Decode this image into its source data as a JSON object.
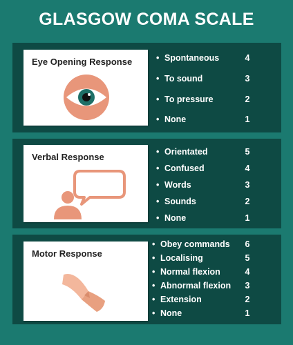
{
  "title": "GLASGOW COMA SCALE",
  "colors": {
    "background": "#1b7a70",
    "section": "#0e4a44",
    "icon": "#e8967a",
    "panel": "#ffffff"
  },
  "sections": [
    {
      "heading": "Eye Opening Response",
      "icon": "eye-icon",
      "items": [
        {
          "label": "Spontaneous",
          "score": "4"
        },
        {
          "label": "To sound",
          "score": "3"
        },
        {
          "label": "To pressure",
          "score": "2"
        },
        {
          "label": "None",
          "score": "1"
        }
      ]
    },
    {
      "heading": "Verbal Response",
      "icon": "speaking-person-icon",
      "items": [
        {
          "label": "Orientated",
          "score": "5"
        },
        {
          "label": "Confused",
          "score": "4"
        },
        {
          "label": "Words",
          "score": "3"
        },
        {
          "label": "Sounds",
          "score": "2"
        },
        {
          "label": "None",
          "score": "1"
        }
      ]
    },
    {
      "heading": "Motor Response",
      "icon": "arm-icon",
      "items": [
        {
          "label": "Obey commands",
          "score": "6"
        },
        {
          "label": "Localising",
          "score": "5"
        },
        {
          "label": "Normal flexion",
          "score": "4"
        },
        {
          "label": "Abnormal flexion",
          "score": "3"
        },
        {
          "label": "Extension",
          "score": "2"
        },
        {
          "label": "None",
          "score": "1"
        }
      ]
    }
  ]
}
